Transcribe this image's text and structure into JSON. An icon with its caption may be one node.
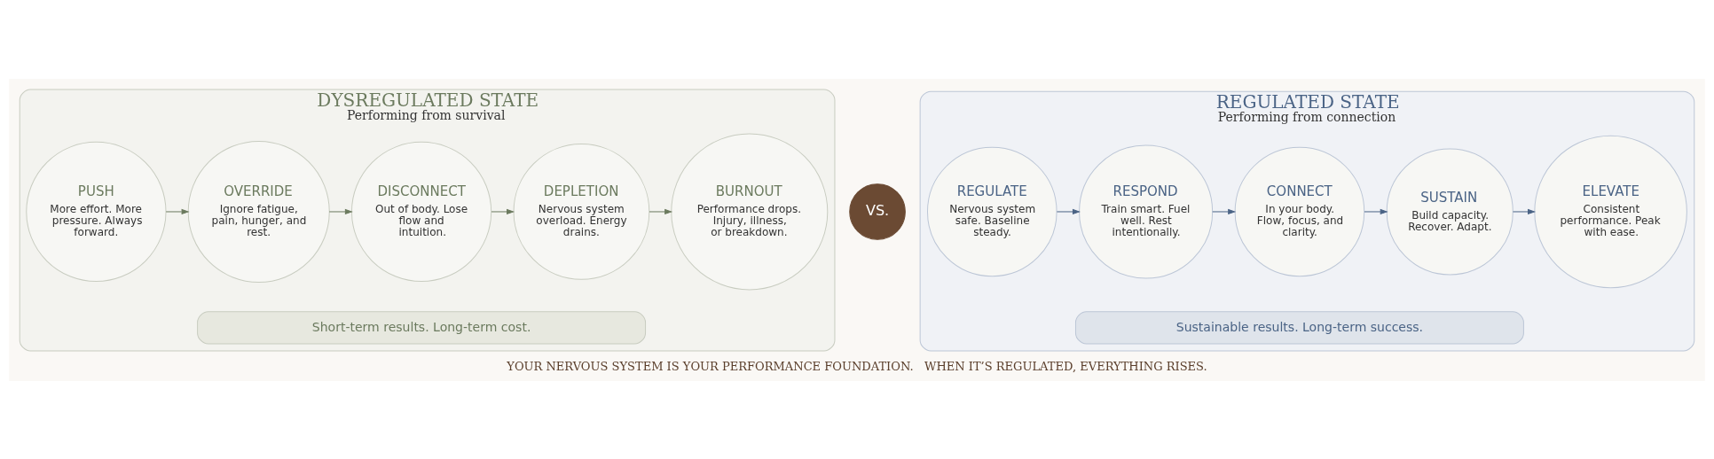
{
  "diagram": {
    "caption": "YOUR NERVOUS SYSTEM IS YOUR PERFORMANCE FOUNDATION.   WHEN IT’S REGULATED, EVERYTHING RISES.",
    "nodes": [
      {
        "text": [
          "DYSREGULATED STATE",
          "Performing from survival"
        ]
      },
      {
        "text": [
          "PUSH",
          "More effort. More pressure. Always forward."
        ],
        "in": 0
      },
      {
        "text": [
          "OVERRIDE",
          "Ignore fatigue, pain, hunger, and rest."
        ],
        "in": 0
      },
      {
        "text": [
          "DISCONNECT",
          "Out of body. Lose flow and intuition."
        ],
        "in": 0
      },
      {
        "text": [
          "DEPLETION",
          "Nervous system overload. Energy drains."
        ],
        "in": 0
      },
      {
        "text": [
          "BURNOUT",
          "Performance drops. Injury, illness, or breakdown."
        ],
        "in": 0
      },
      {
        "text": [
          "Short-term results. Long-term cost."
        ],
        "in": 0
      },
      {
        "text": [
          "VS."
        ]
      },
      {
        "text": [
          "REGULATED STATE",
          "Performing from connection"
        ]
      },
      {
        "text": [
          "REGULATE",
          "Nervous system safe. Baseline steady."
        ],
        "in": 8
      },
      {
        "text": [
          "RESPOND",
          "Train smart. Fuel well. Rest intentionally."
        ],
        "in": 8
      },
      {
        "text": [
          "CONNECT",
          "In your body. Flow, focus, and clarity."
        ],
        "in": 8
      },
      {
        "text": [
          "SUSTAIN",
          "Build capacity. Recover. Adapt."
        ],
        "in": 8
      },
      {
        "text": [
          "ELEVATE",
          "Consistent performance. Peak with ease."
        ],
        "in": 8
      },
      {
        "text": [
          "Sustainable results. Long-term success."
        ],
        "in": 8
      }
    ],
    "edges": [
      {
        "from": 1,
        "to": 2,
        "arrow": "to"
      },
      {
        "from": 2,
        "to": 3,
        "arrow": "to"
      },
      {
        "from": 3,
        "to": 4,
        "arrow": "to"
      },
      {
        "from": 4,
        "to": 5,
        "arrow": "to"
      },
      {
        "from": 9,
        "to": 10,
        "arrow": "to"
      },
      {
        "from": 10,
        "to": 11,
        "arrow": "to"
      },
      {
        "from": 11,
        "to": 12,
        "arrow": "to"
      },
      {
        "from": 12,
        "to": 13,
        "arrow": "to"
      }
    ]
  }
}
